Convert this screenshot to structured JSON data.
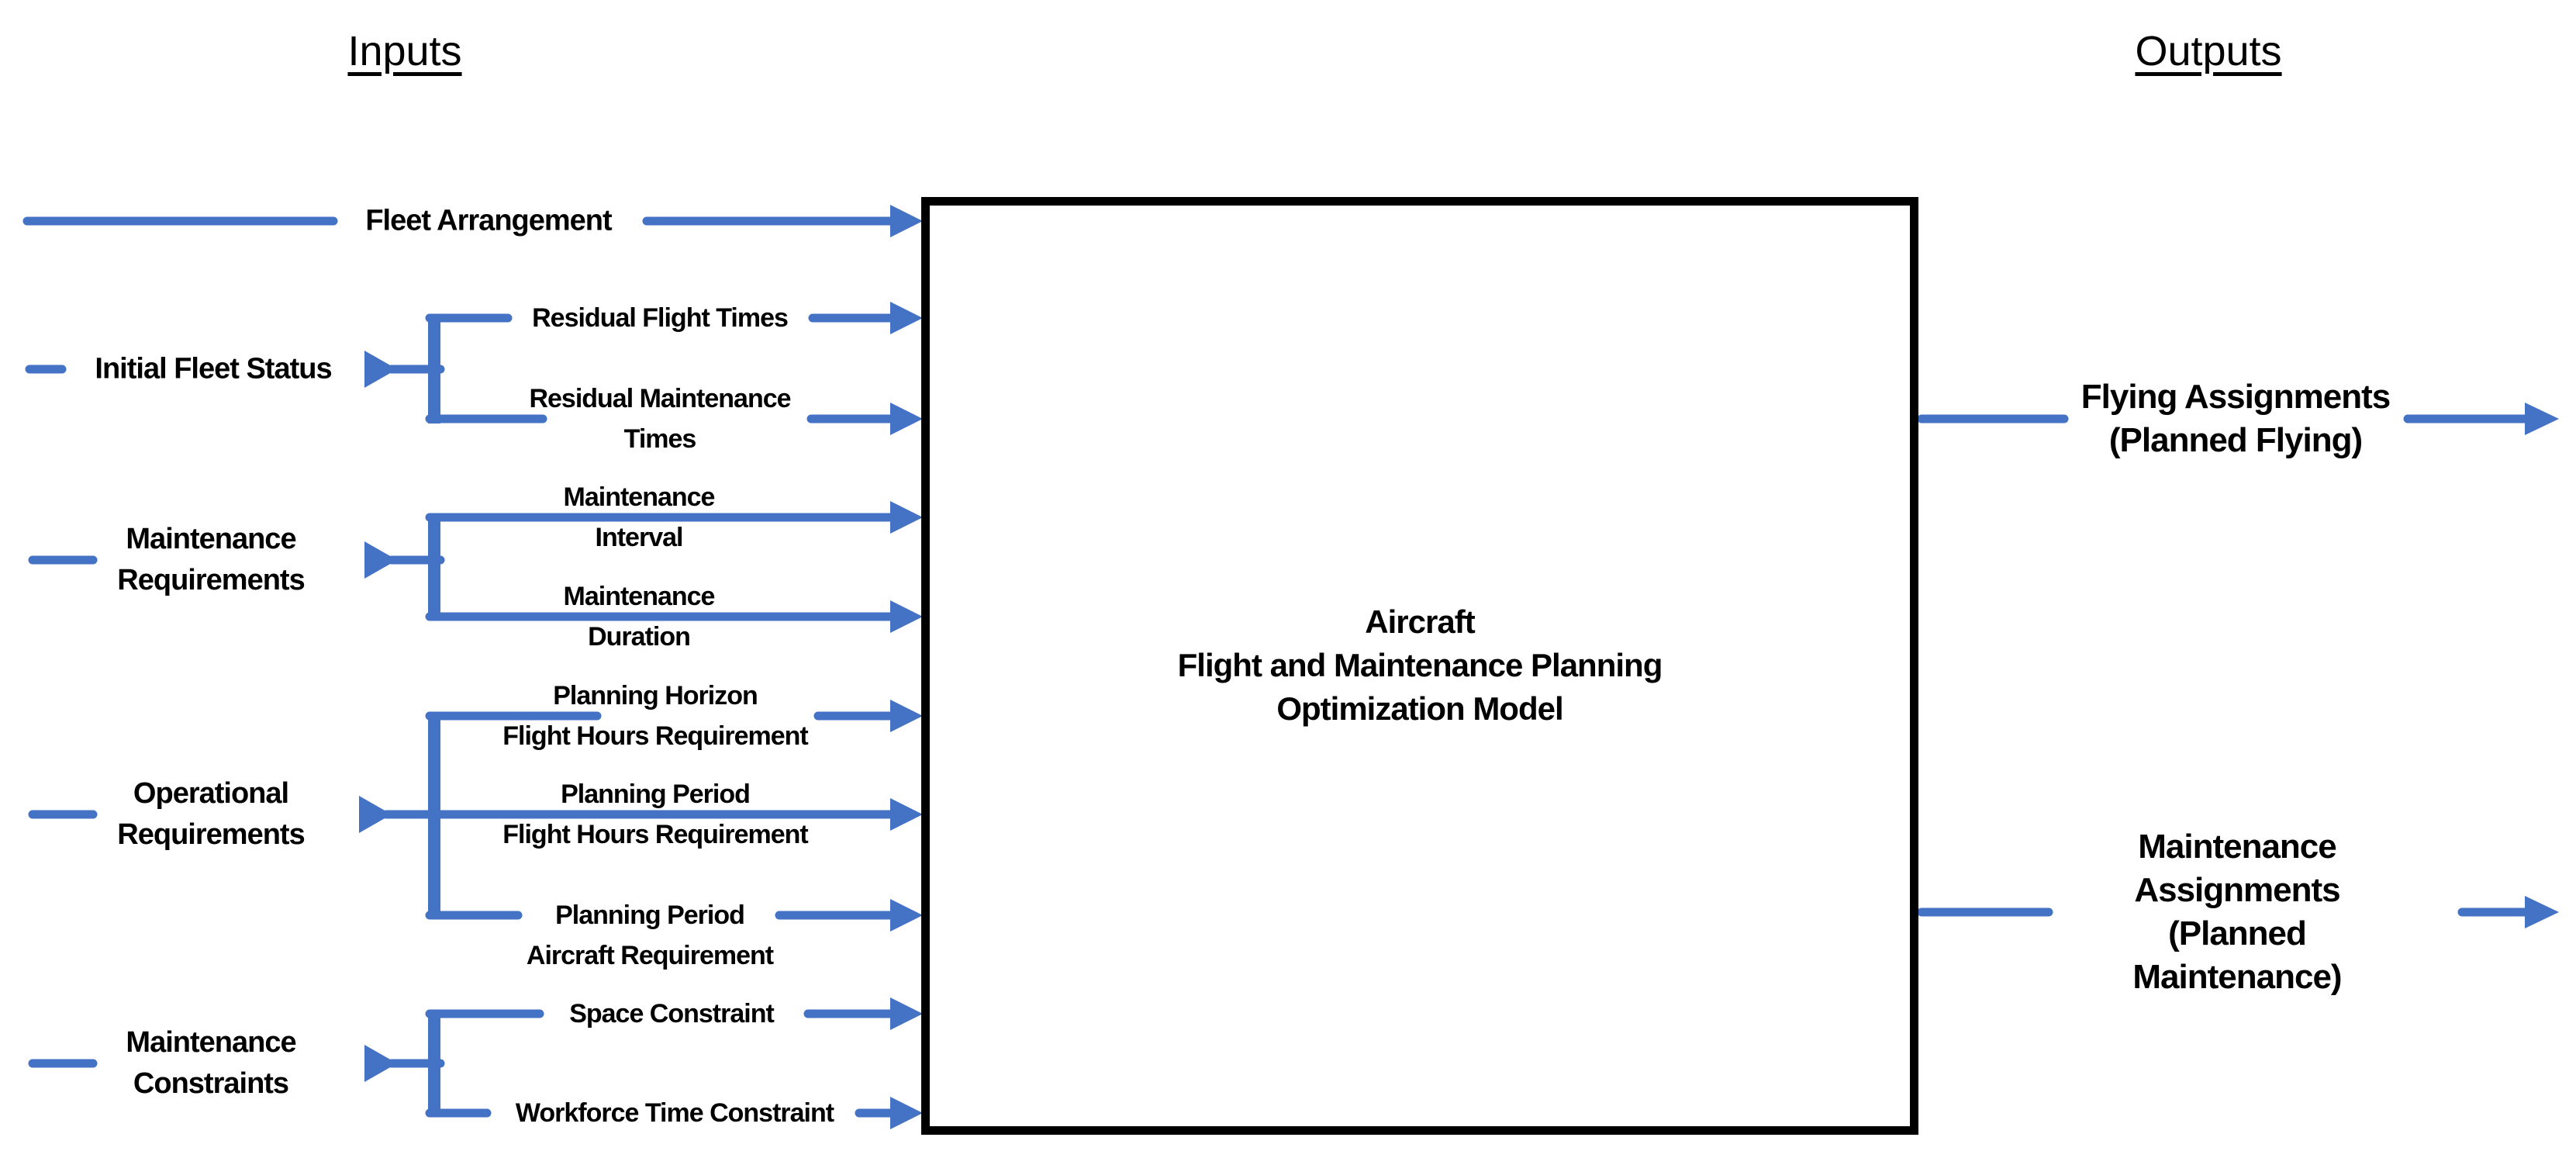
{
  "colors": {
    "arrow_blue": "#4472C4",
    "box_border": "#000000",
    "text": "#000000",
    "background": "#FFFFFF"
  },
  "headers": {
    "inputs": "Inputs",
    "outputs": "Outputs"
  },
  "model_box": {
    "title": "Aircraft\nFlight and Maintenance Planning\nOptimization Model"
  },
  "inputs": {
    "fleet_arrangement": {
      "label": "Fleet Arrangement"
    },
    "initial_fleet_status": {
      "label": "Initial Fleet Status",
      "children": [
        {
          "label": "Residual Flight Times"
        },
        {
          "label": "Residual Maintenance\nTimes"
        }
      ]
    },
    "maintenance_requirements": {
      "label": "Maintenance\nRequirements",
      "children": [
        {
          "label": "Maintenance\nInterval"
        },
        {
          "label": "Maintenance\nDuration"
        }
      ]
    },
    "operational_requirements": {
      "label": "Operational\nRequirements",
      "children": [
        {
          "label": "Planning Horizon\nFlight Hours Requirement"
        },
        {
          "label": "Planning Period\nFlight Hours Requirement"
        },
        {
          "label": "Planning Period\nAircraft Requirement"
        }
      ]
    },
    "maintenance_constraints": {
      "label": "Maintenance\nConstraints",
      "children": [
        {
          "label": "Space Constraint"
        },
        {
          "label": "Workforce Time Constraint"
        }
      ]
    }
  },
  "outputs": {
    "items": [
      {
        "label": "Flying Assignments\n(Planned Flying)"
      },
      {
        "label": "Maintenance Assignments\n(Planned Maintenance)"
      }
    ]
  }
}
